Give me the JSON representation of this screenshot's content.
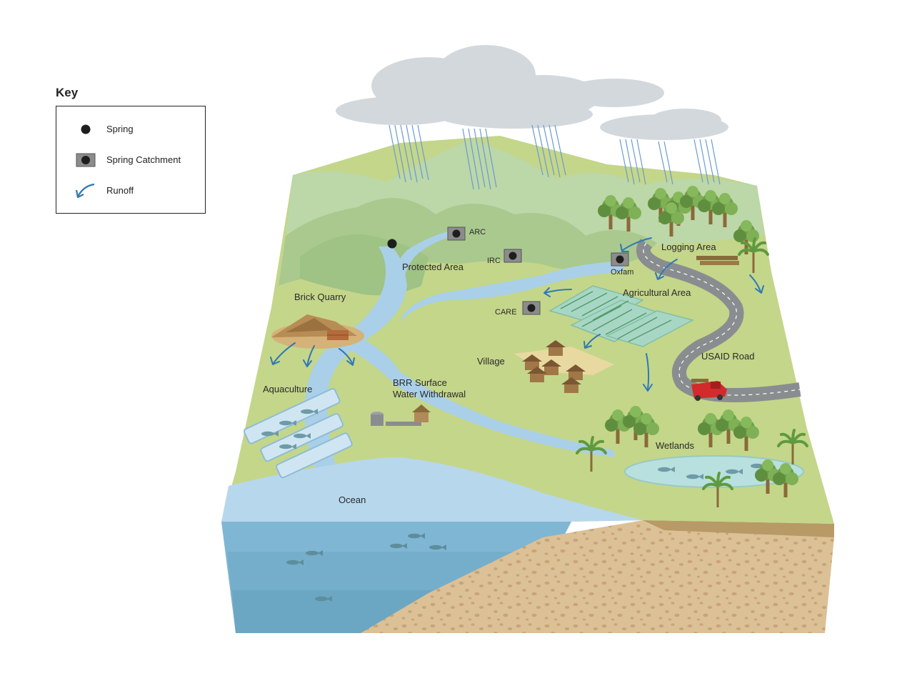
{
  "key": {
    "title": "Key",
    "items": [
      {
        "label": "Spring",
        "icon": "spring-dot-icon"
      },
      {
        "label": "Spring Catchment",
        "icon": "spring-catchment-icon"
      },
      {
        "label": "Runoff",
        "icon": "runoff-arrow-icon"
      }
    ]
  },
  "labels": {
    "protected_area": "Protected Area",
    "brick_quarry": "Brick Quarry",
    "aquaculture": "Aquaculture",
    "brr_line1": "BRR Surface",
    "brr_line2": "Water Withdrawal",
    "village": "Village",
    "agricultural_area": "Agricultural Area",
    "logging_area": "Logging Area",
    "usaid_road": "USAID Road",
    "wetlands": "Wetlands",
    "ocean": "Ocean"
  },
  "catchments": {
    "arc": "ARC",
    "irc": "IRC",
    "oxfam": "Oxfam",
    "care": "CARE"
  },
  "colors": {
    "land": "#c4d68a",
    "hills": "#a9c98e",
    "far_hills": "#bcd7a8",
    "river": "#a9d0e8",
    "ocean_top": "#b7d7ec",
    "ocean_side": "#7fb6d3",
    "soil": "#dcc196",
    "soil_dots": "#c9a478",
    "cloud": "#d3d8dd",
    "rain": "#6a9bd0",
    "runoff": "#2f78b8",
    "road": "#8a8d90",
    "truck": "#d12b2b"
  }
}
